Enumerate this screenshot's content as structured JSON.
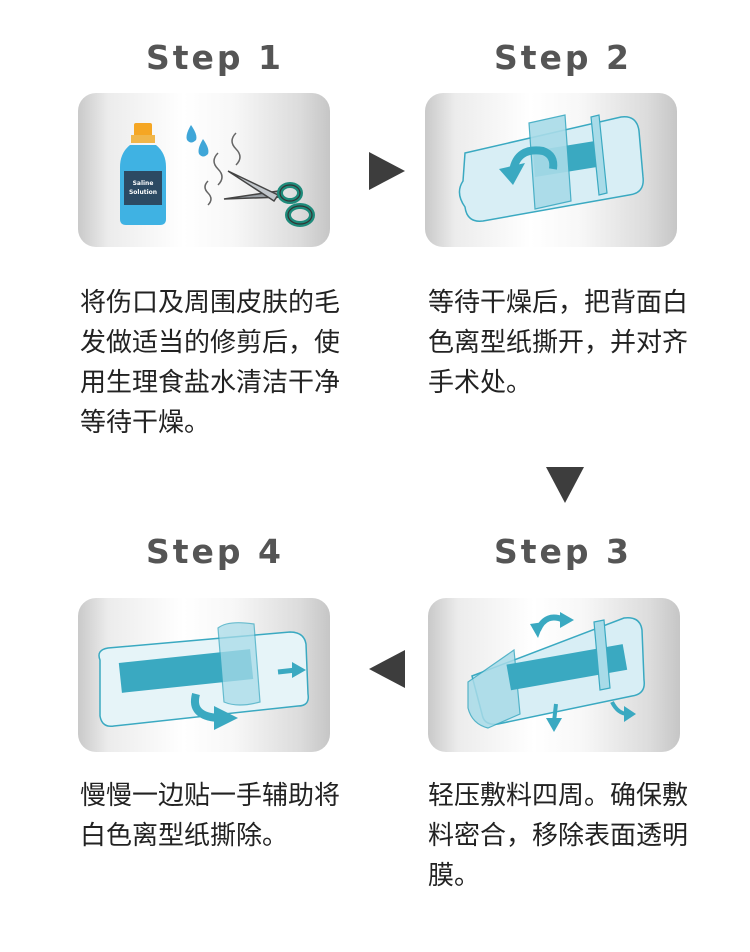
{
  "steps": [
    {
      "title": "Step 1",
      "bottle_label": "Saline Solution",
      "text": "将伤口及周围皮肤的毛发做适当的修剪后，使用生理食盐水清洁干净等待干燥。"
    },
    {
      "title": "Step 2",
      "text": "等待干燥后，把背面白色离型纸撕开，并对齐手术处。"
    },
    {
      "title": "Step 3",
      "text": "轻压敷料四周。确保敷料密合，移除表面透明膜。"
    },
    {
      "title": "Step 4",
      "text": "慢慢一边贴一手辅助将白色离型纸撕除。"
    }
  ],
  "colors": {
    "teal": "#3aa9c1",
    "light_blue": "#a8dbe8",
    "orange": "#f5a623",
    "title_gray": "#555555",
    "arrow_gray": "#3d3d3d"
  }
}
